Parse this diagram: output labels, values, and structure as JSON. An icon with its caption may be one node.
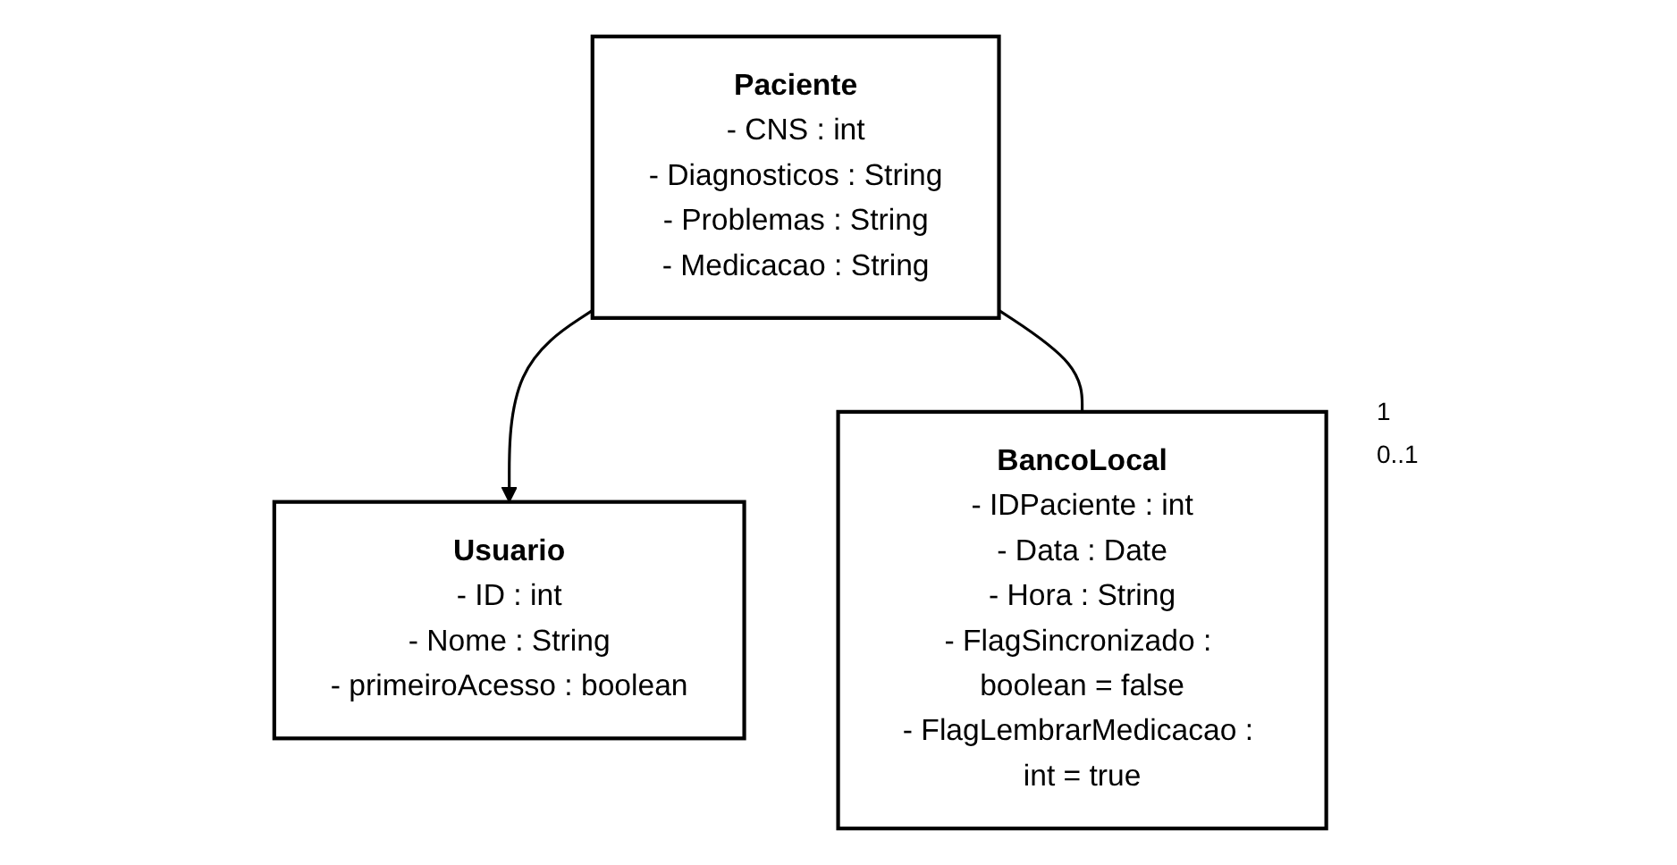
{
  "diagram": {
    "nodes": [
      {
        "text": [
          "Usuario",
          "- ID : int",
          "- Nome : String",
          "- primeiroAcesso : boolean"
        ]
      },
      {
        "text": [
          "Paciente",
          "- CNS : int",
          "- Diagnosticos : String",
          "- Problemas : String",
          "- Medicacao : String"
        ]
      },
      {
        "text": [
          "BancoLocal",
          "- IDPaciente : int",
          "- Data : Date",
          "- Hora : String",
          "- FlagSincronizado : boolean = false",
          "- FlagLembrarMedicacao : int = true"
        ]
      }
    ],
    "edges": [
      {
        "from": 1,
        "to": 0,
        "arrow": "to"
      },
      {
        "from": 1,
        "to": 2,
        "arrow": "none"
      }
    ],
    "labels": [
      "1",
      "0..1"
    ]
  }
}
